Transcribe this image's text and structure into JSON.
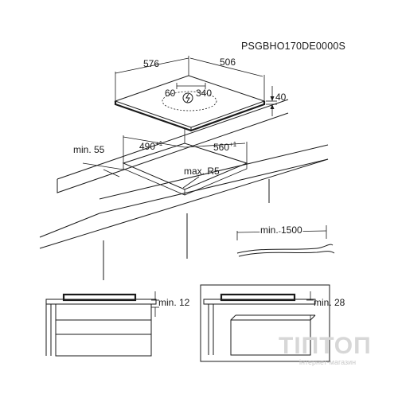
{
  "model_code": "PSGBHO170DE0000S",
  "hob_dimensions": {
    "width": "576",
    "depth": "506",
    "inner_left": "60",
    "inner_right": "340",
    "height": "40"
  },
  "cutout": {
    "depth": "490",
    "depth_tolerance": "+1",
    "width": "560",
    "width_tolerance": "+1",
    "min_edge": "min. 55",
    "radius": "max. R5"
  },
  "cable": {
    "length": "min. 1500"
  },
  "clearances": {
    "drawer": "min. 12",
    "oven": "min. 28"
  },
  "watermark": {
    "brand": "ТІПТОП",
    "sub": "інтернет-магазин"
  },
  "icons": {
    "power": "power-plug-icon"
  }
}
